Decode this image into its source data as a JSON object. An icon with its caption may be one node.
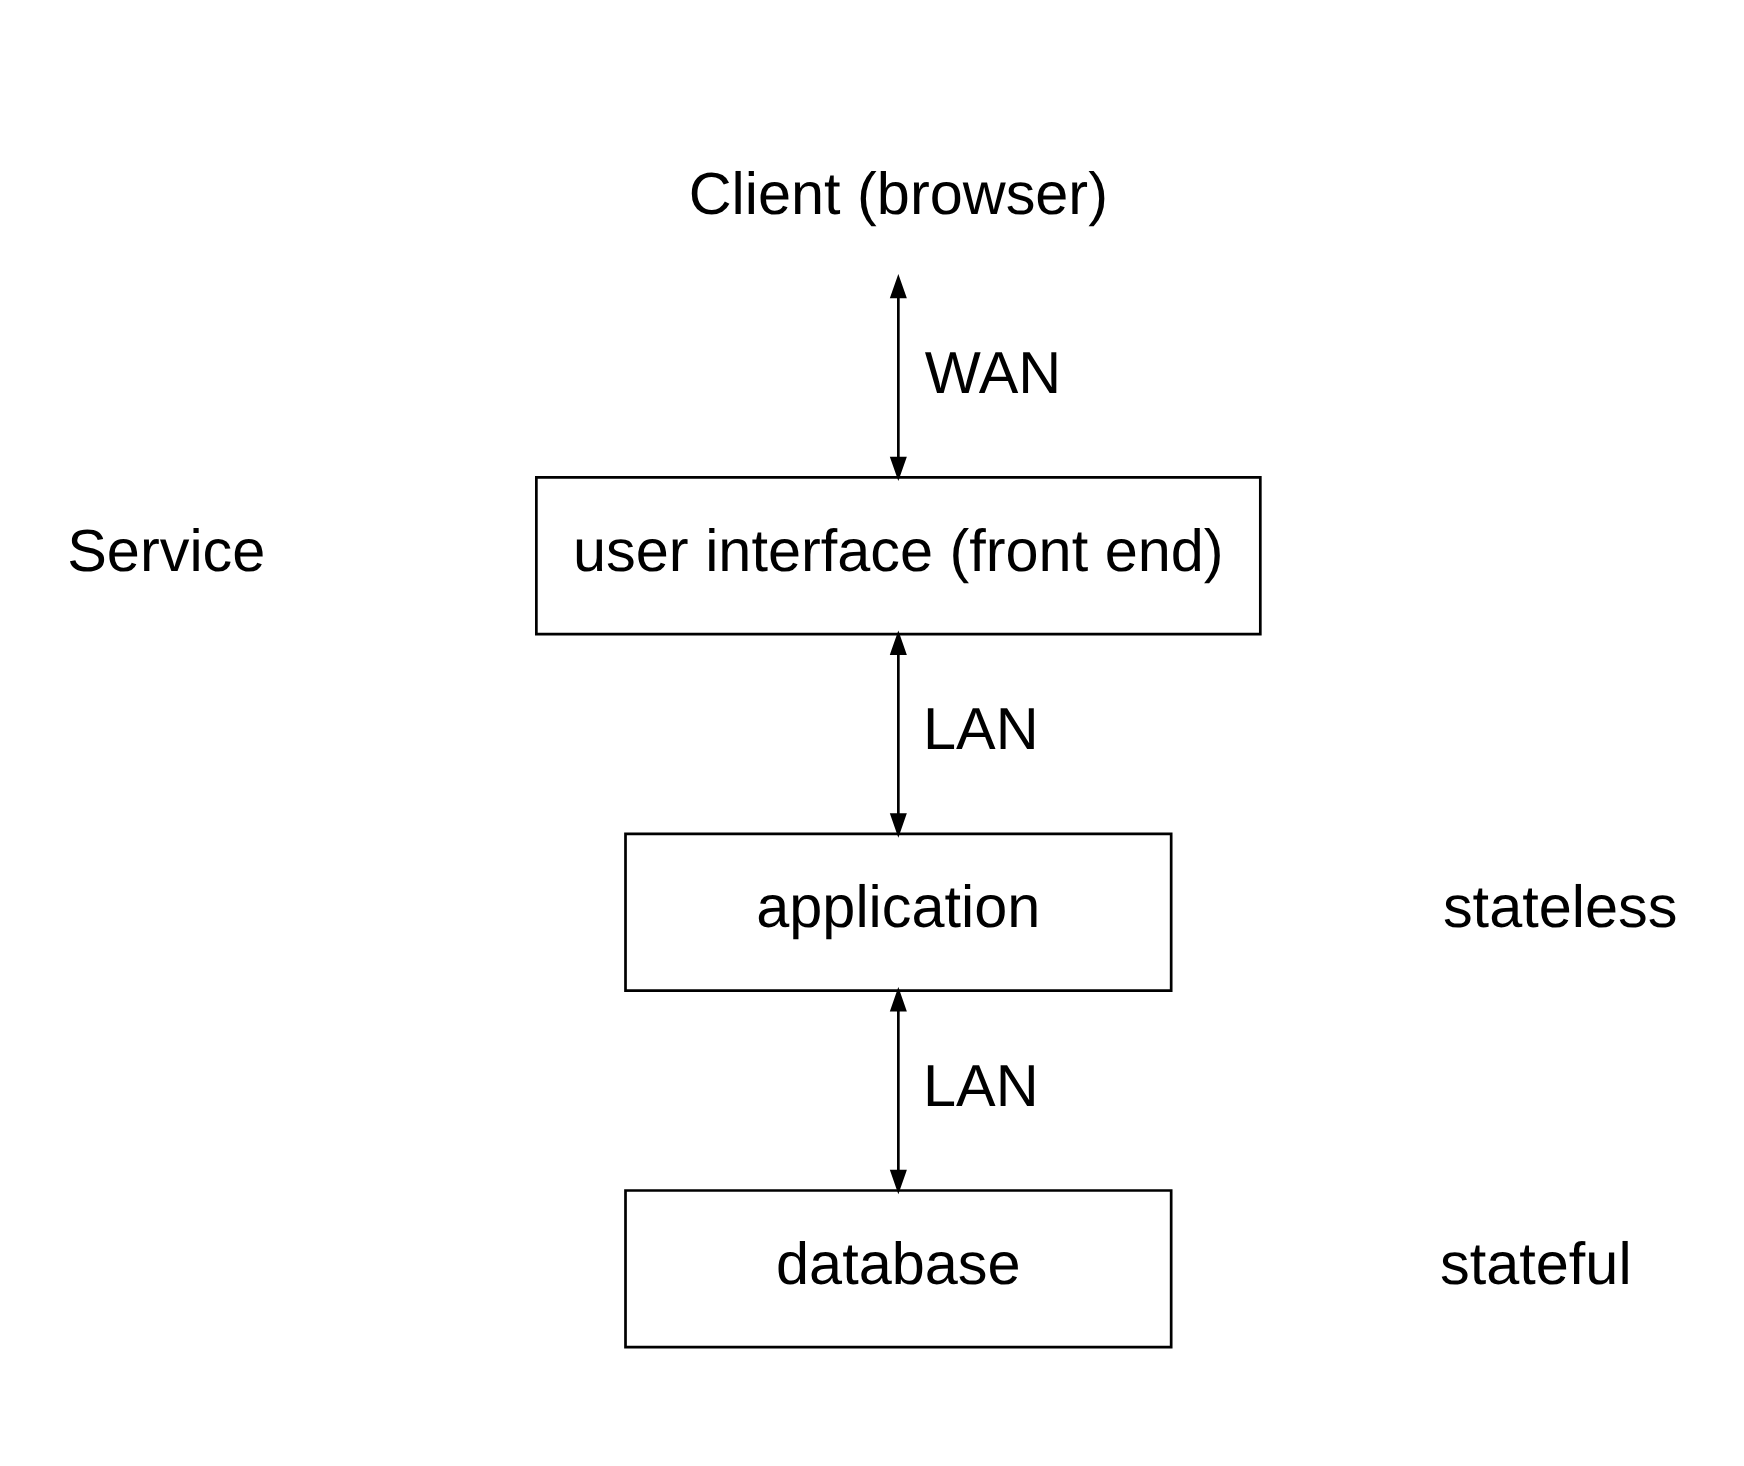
{
  "diagram": {
    "nodes": [
      {
        "text": [
          "Client (browser)"
        ]
      },
      {
        "text": [
          "user interface (front end)"
        ]
      },
      {
        "text": [
          "application"
        ]
      },
      {
        "text": [
          "database"
        ]
      }
    ],
    "edges": [
      {
        "from": 0,
        "to": 1,
        "arrow": "both",
        "label": "WAN"
      },
      {
        "from": 1,
        "to": 2,
        "arrow": "both",
        "label": "LAN"
      },
      {
        "from": 2,
        "to": 3,
        "arrow": "both",
        "label": "LAN"
      }
    ],
    "labels": [
      "Service",
      "stateless",
      "stateful"
    ]
  }
}
